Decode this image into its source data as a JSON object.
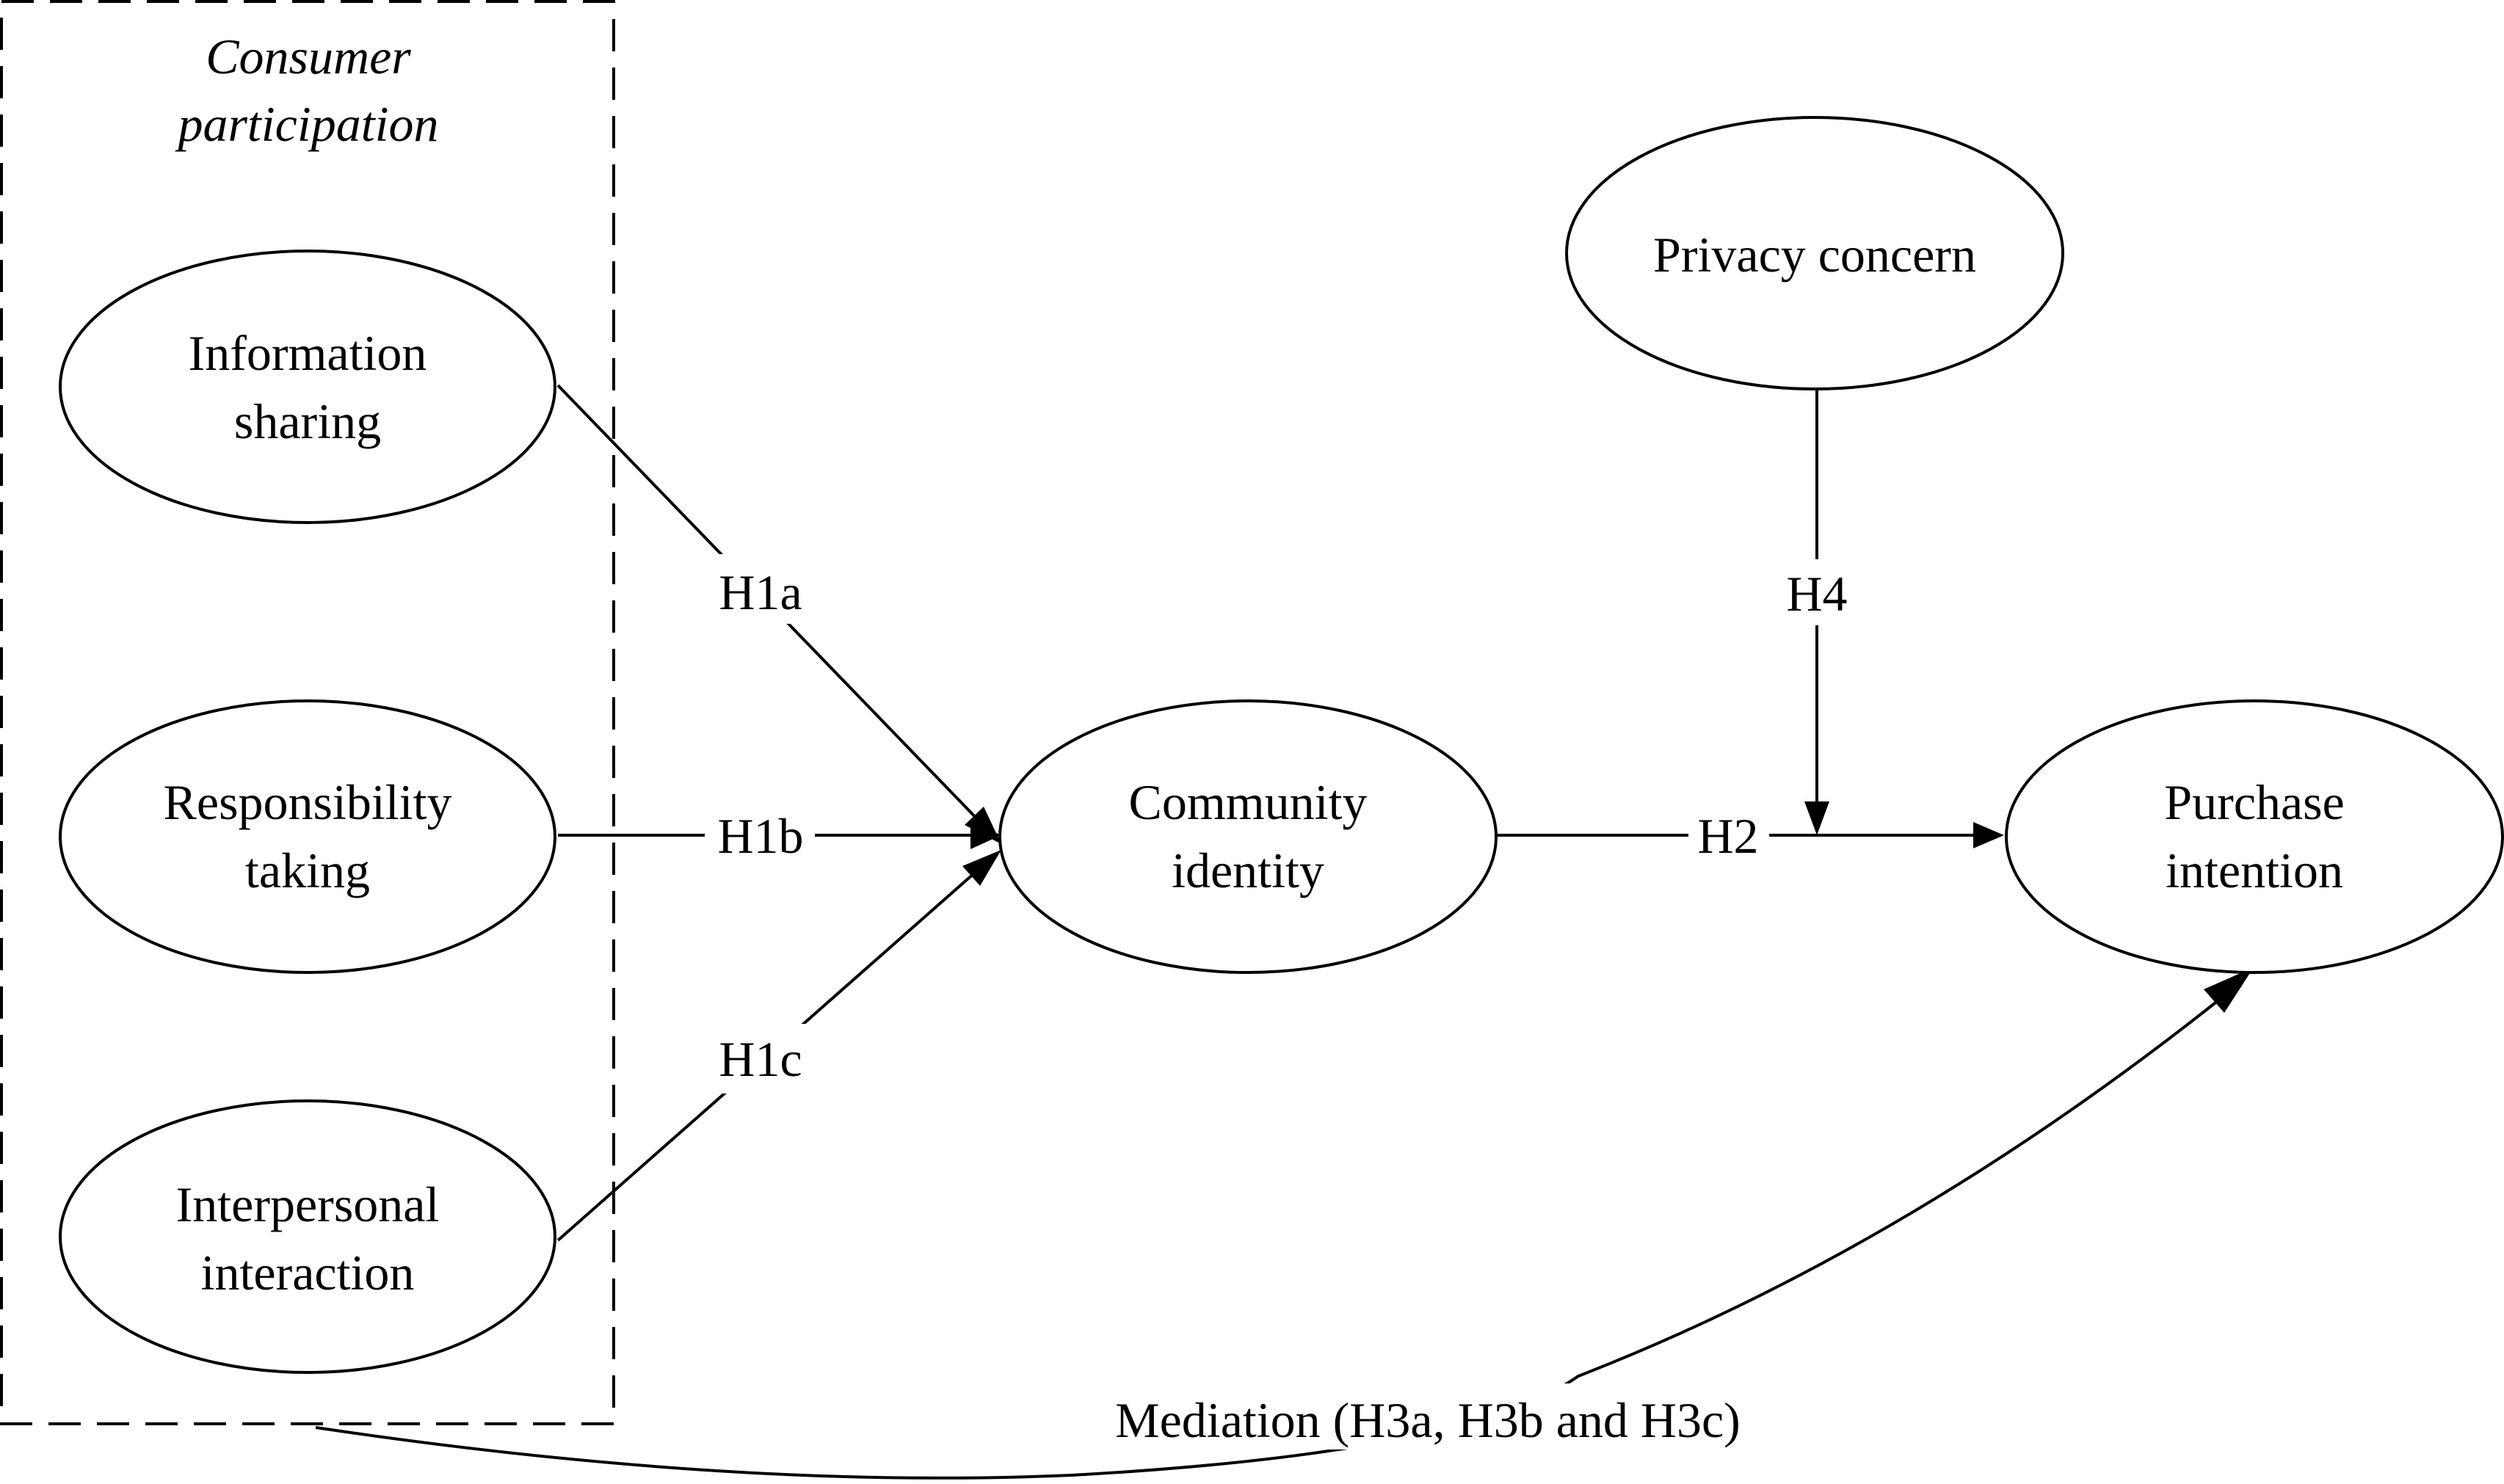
{
  "group": {
    "title_lines": [
      "Consumer",
      "participation"
    ]
  },
  "nodes": {
    "information_sharing": [
      "Information",
      "sharing"
    ],
    "responsibility_taking": [
      "Responsibility",
      "taking"
    ],
    "interpersonal_interaction": [
      "Interpersonal",
      "interaction"
    ],
    "community_identity": [
      "Community",
      "identity"
    ],
    "privacy_concern": [
      "Privacy concern"
    ],
    "purchase_intention": [
      "Purchase",
      "intention"
    ]
  },
  "edges": {
    "h1a": "H1a",
    "h1b": "H1b",
    "h1c": "H1c",
    "h2": "H2",
    "h4": "H4",
    "mediation": "Mediation (H3a, H3b and H3c)"
  }
}
